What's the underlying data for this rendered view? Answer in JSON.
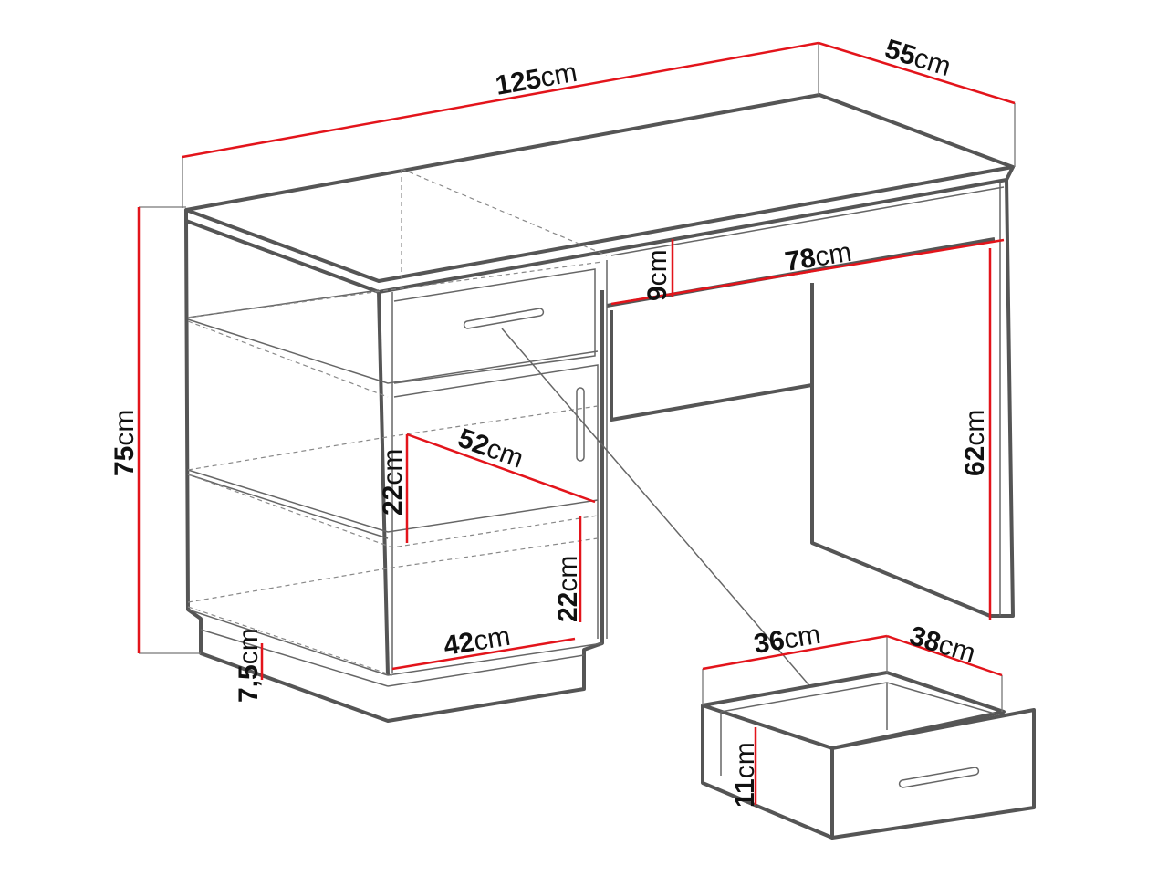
{
  "diagram": {
    "subject": "desk",
    "dimensions": {
      "width": {
        "value": "125",
        "unit": "cm"
      },
      "depth": {
        "value": "55",
        "unit": "cm"
      },
      "height": {
        "value": "75",
        "unit": "cm"
      },
      "knee_width": {
        "value": "78",
        "unit": "cm"
      },
      "top_shelf_height": {
        "value": "9",
        "unit": "cm"
      },
      "knee_height": {
        "value": "62",
        "unit": "cm"
      },
      "shelf_depth": {
        "value": "52",
        "unit": "cm"
      },
      "upper_shelf_height": {
        "value": "22",
        "unit": "cm"
      },
      "lower_shelf_height": {
        "value": "22",
        "unit": "cm"
      },
      "shelf_width": {
        "value": "42",
        "unit": "cm"
      },
      "plinth_height": {
        "value": "7,5",
        "unit": "cm"
      },
      "drawer_width": {
        "value": "36",
        "unit": "cm"
      },
      "drawer_depth": {
        "value": "38",
        "unit": "cm"
      },
      "drawer_height": {
        "value": "11",
        "unit": "cm"
      }
    },
    "colors": {
      "dimension_line": "#e3141b",
      "outline": "#555555"
    }
  }
}
